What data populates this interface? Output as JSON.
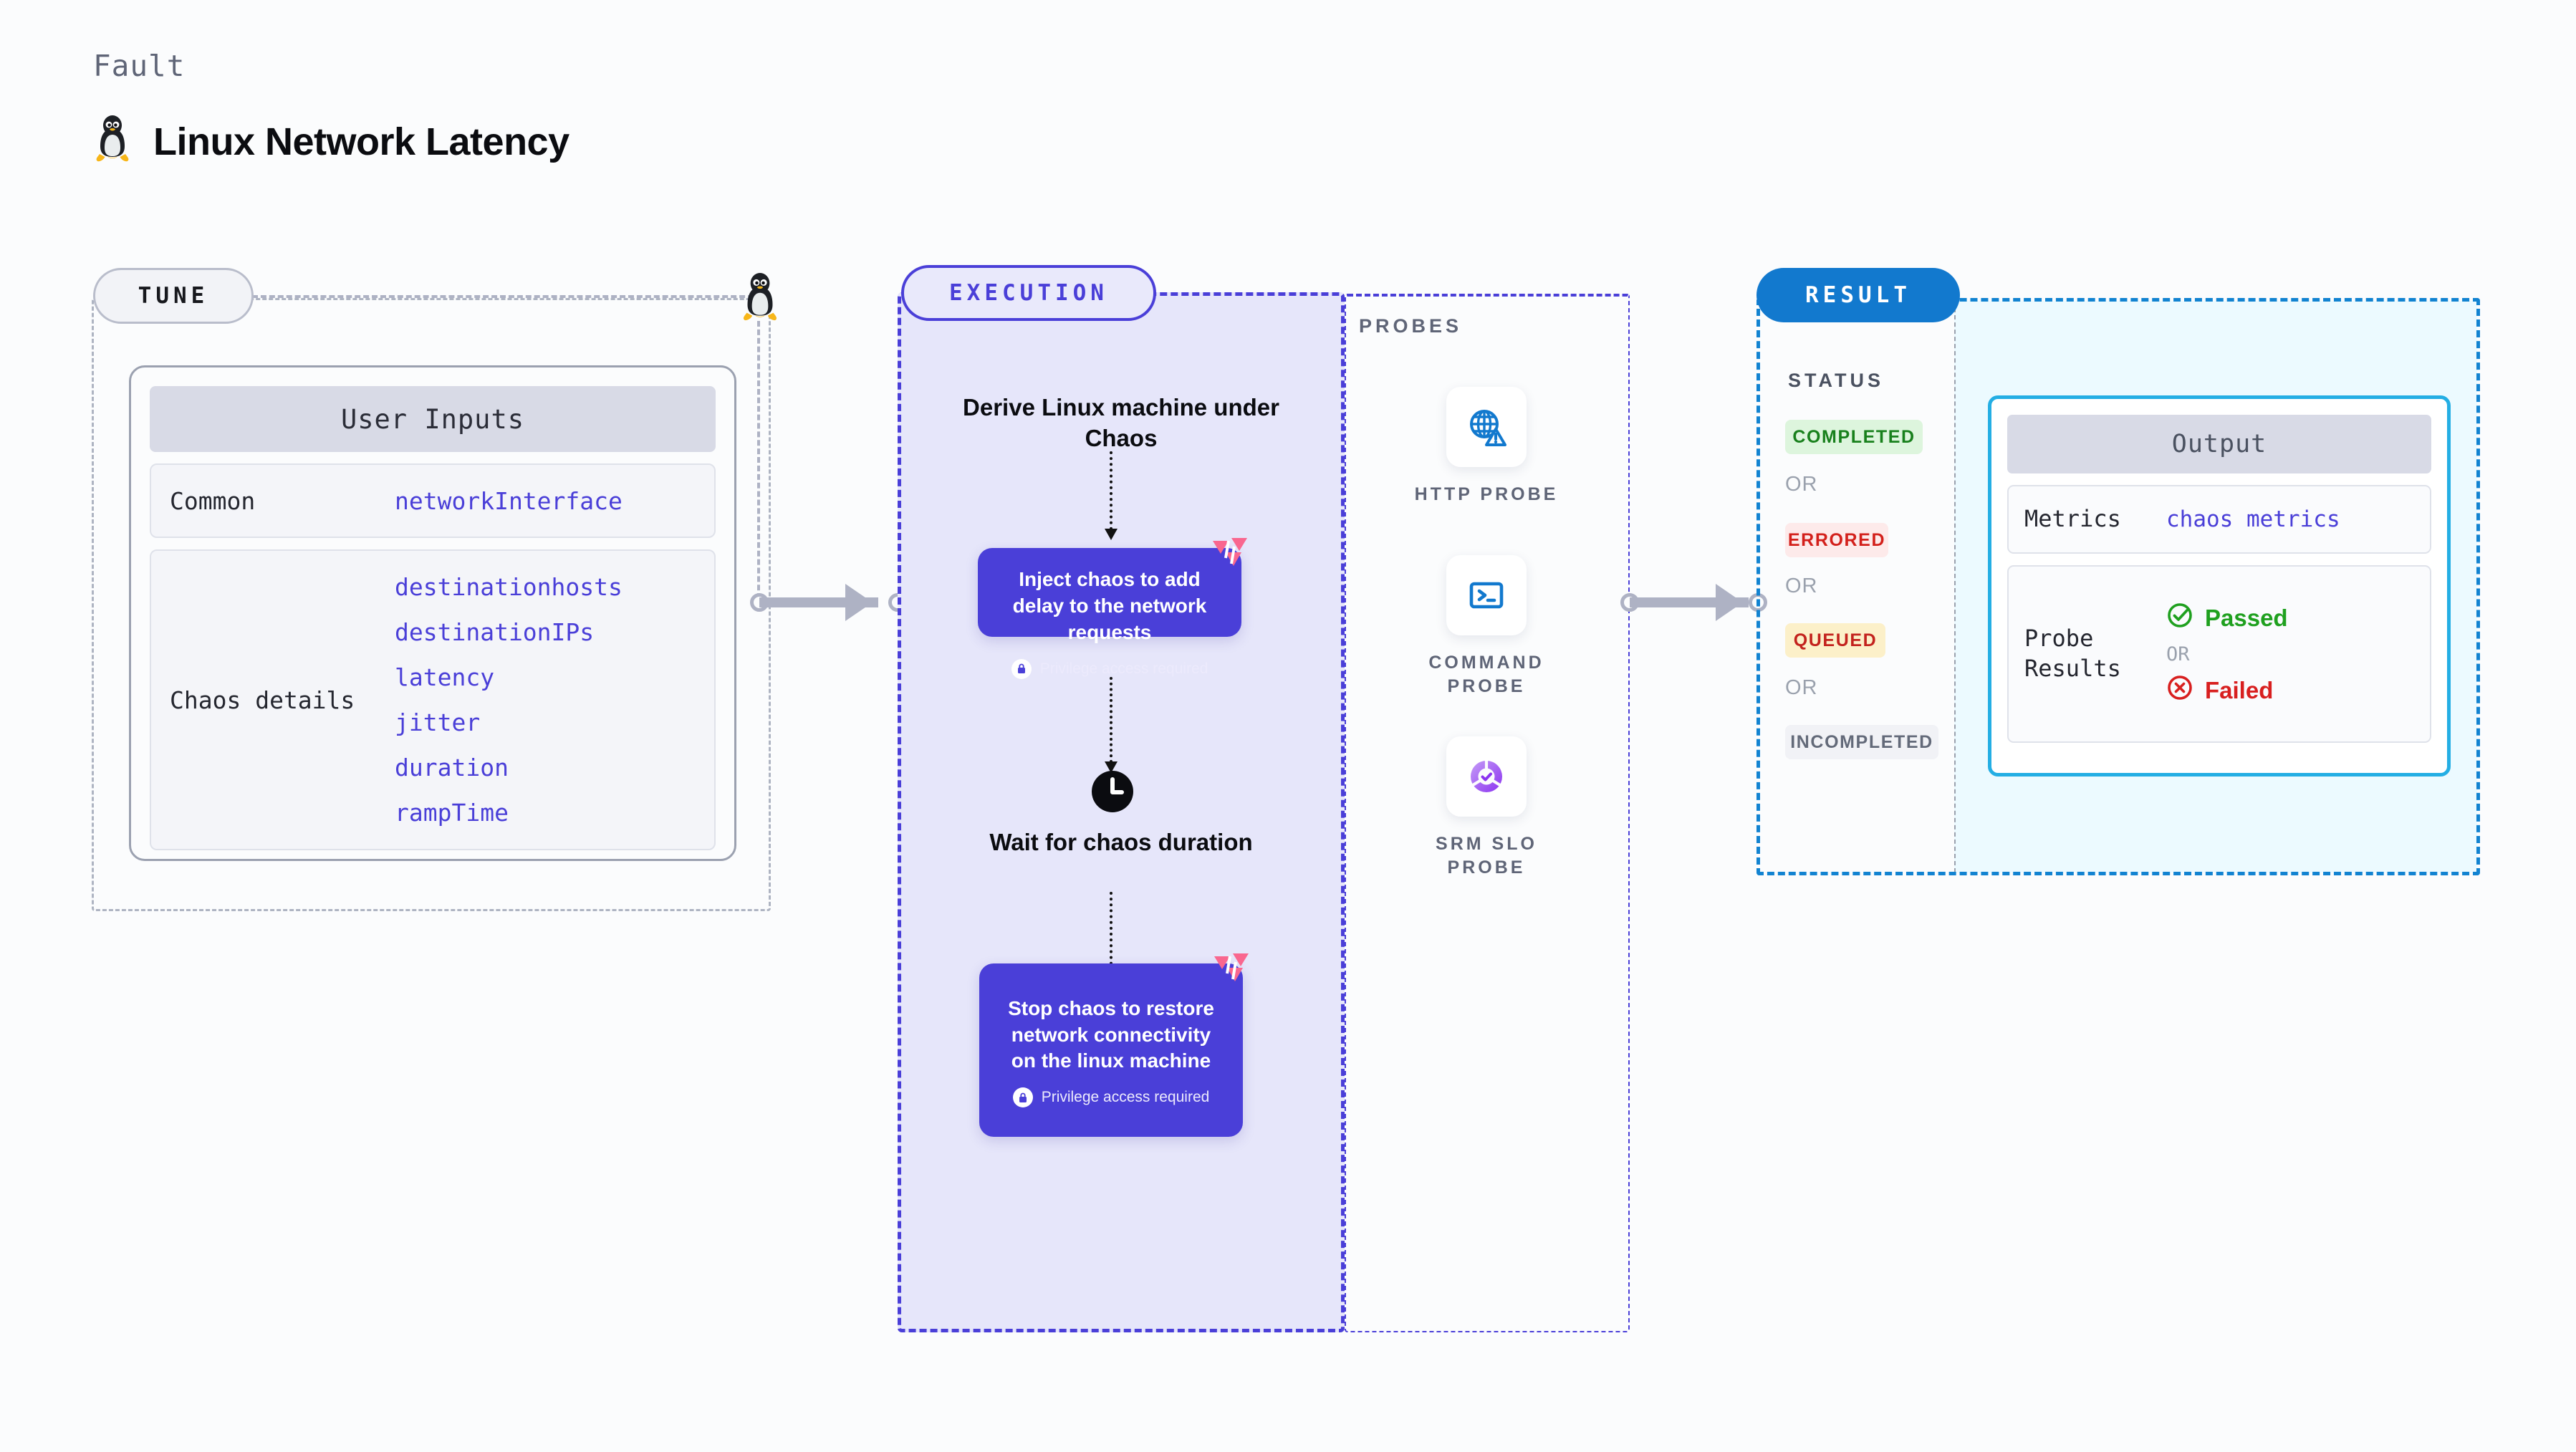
{
  "header": {
    "eyebrow": "Fault",
    "title": "Linux Network Latency",
    "icon": "linux-penguin-icon"
  },
  "stages": {
    "tune": {
      "badge": "TUNE",
      "card_title": "User Inputs",
      "rows": [
        {
          "label": "Common",
          "values": [
            "networkInterface"
          ]
        },
        {
          "label": "Chaos details",
          "values": [
            "destinationhosts",
            "destinationIPs",
            "latency",
            "jitter",
            "duration",
            "rampTime"
          ]
        }
      ]
    },
    "execution": {
      "badge": "EXECUTION",
      "steps": [
        {
          "type": "title",
          "text": "Derive Linux machine under Chaos"
        },
        {
          "type": "chaos-card",
          "text": "Inject chaos to add delay to the network requests",
          "privilege": "Privilege access required",
          "logo": "harness-chaos-logo-icon"
        },
        {
          "type": "clock",
          "icon": "clock-icon",
          "text": "Wait for chaos duration"
        },
        {
          "type": "chaos-card",
          "text": "Stop chaos to restore network connectivity on the linux machine",
          "privilege": "Privilege access required",
          "logo": "harness-chaos-logo-icon"
        }
      ]
    },
    "probes": {
      "label": "PROBES",
      "items": [
        {
          "name": "HTTP PROBE",
          "icon": "globe-warning-icon"
        },
        {
          "name": "COMMAND PROBE",
          "icon": "terminal-icon"
        },
        {
          "name": "SRM SLO PROBE",
          "icon": "slo-donut-check-icon"
        }
      ]
    },
    "result": {
      "badge": "RESULT",
      "status_label": "STATUS",
      "or_label": "OR",
      "statuses": [
        {
          "text": "COMPLETED",
          "bg": "#ddf5dd",
          "fg": "#18801c"
        },
        {
          "text": "ERRORED",
          "bg": "#fdeaea",
          "fg": "#d3201b"
        },
        {
          "text": "QUEUED",
          "bg": "#fcf0c9",
          "fg": "#c3221d"
        },
        {
          "text": "INCOMPLETED",
          "bg": "#f1f2f6",
          "fg": "#636a79"
        }
      ],
      "output": {
        "title": "Output",
        "metrics_label": "Metrics",
        "metrics_value": "chaos metrics",
        "probe_label": "Probe Results",
        "passed": "Passed",
        "failed": "Failed",
        "or": "OR",
        "pass_icon": "check-circle-icon",
        "fail_icon": "x-circle-icon"
      }
    }
  },
  "colors": {
    "accent_purple": "#4a3fd8",
    "accent_blue": "#1279ce",
    "accent_cyan": "#24aee4",
    "chaos_pink": "#f9678f",
    "neutral_grey": "#aeb2c4"
  }
}
